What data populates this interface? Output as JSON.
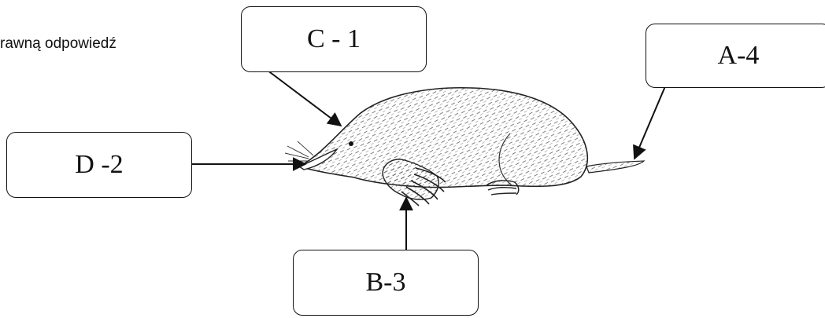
{
  "instruction": "rawną odpowiedź",
  "labels": {
    "c": "C - 1",
    "a": "A-4",
    "d": "D -2",
    "b": "B-3"
  },
  "illustration": "mole",
  "colors": {
    "ink": "#111111",
    "background": "#ffffff"
  }
}
